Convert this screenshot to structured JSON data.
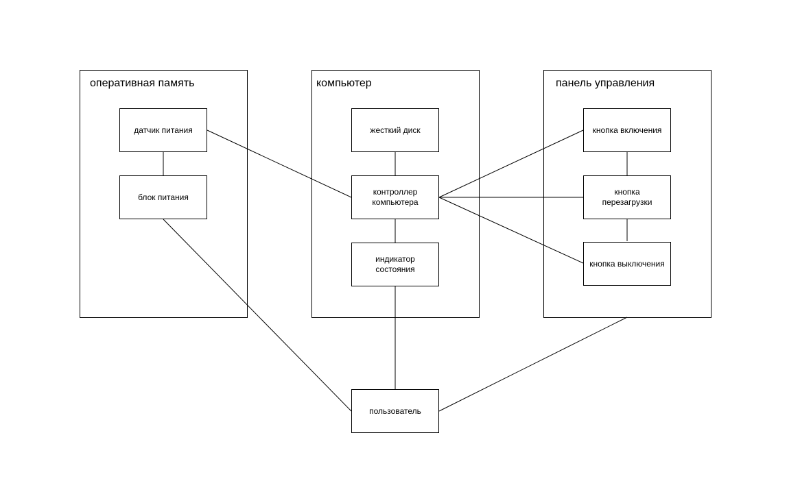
{
  "groups": {
    "ram": "оперативная память",
    "computer": "компьютер",
    "panel": "панель управления"
  },
  "nodes": {
    "power_sensor": "датчик питания",
    "power_supply": "блок питания",
    "hard_disk": "жесткий диск",
    "controller": "контроллер\nкомпьютера",
    "status_indicator": "индикатор\nсостояния",
    "power_on_button": "кнопка включения",
    "restart_button": "кнопка\nперезагрузки",
    "power_off_button": "кнопка выключения",
    "user": "пользователь"
  },
  "colors": {
    "stroke": "#000000",
    "background": "#ffffff"
  }
}
